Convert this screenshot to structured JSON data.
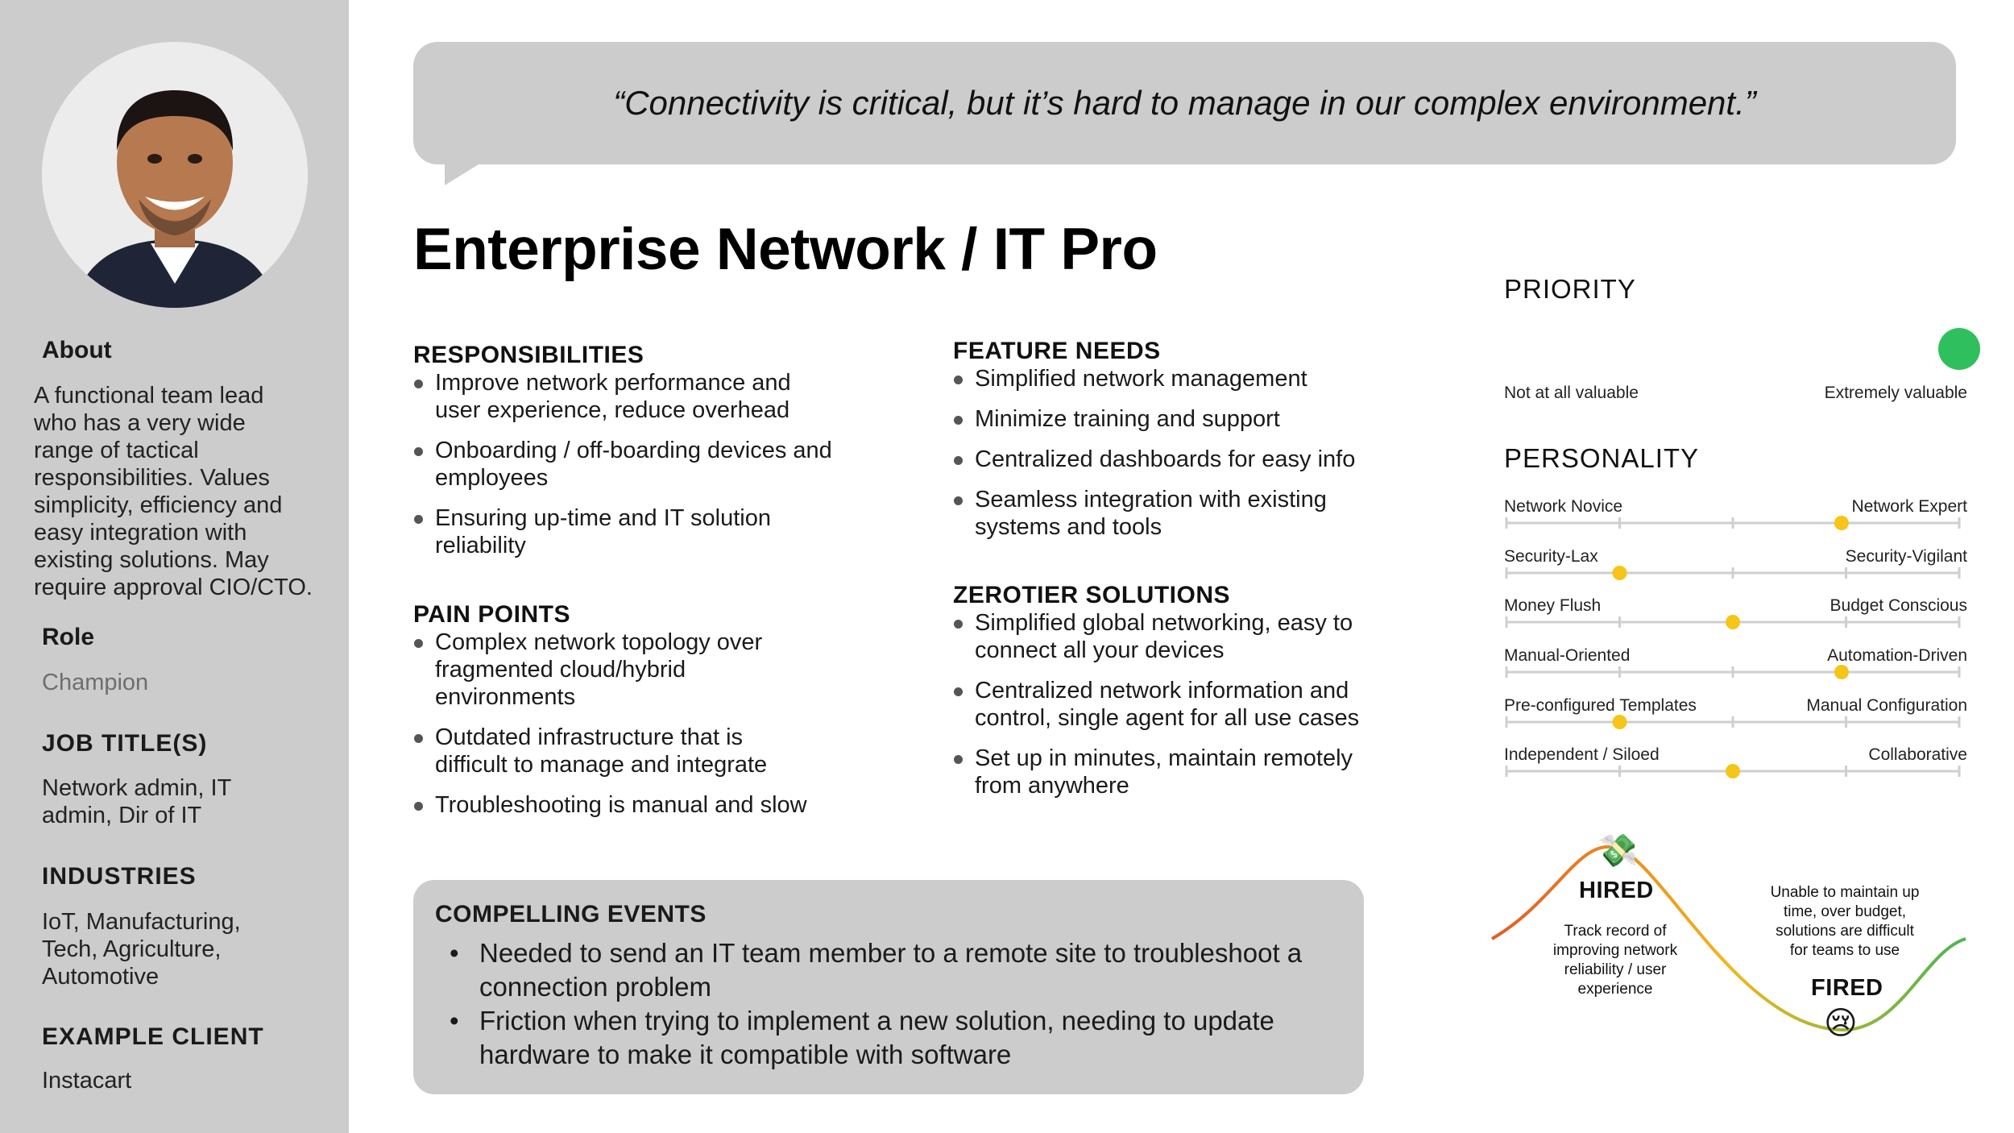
{
  "quote": "“Connectivity is critical, but it’s hard to manage in our complex environment.”",
  "title": "Enterprise Network / IT Pro",
  "sidebar": {
    "about_label": "About",
    "about_lines": [
      "A functional team lead",
      "who has a very wide",
      "range of tactical",
      "responsibilities. Values",
      "simplicity, efficiency and",
      "easy integration with",
      "existing solutions. May",
      "require approval CIO/CTO."
    ],
    "role_label": "Role",
    "role_value": "Champion",
    "job_label": "JOB TITLE(S)",
    "job_lines": [
      "Network admin, IT",
      "admin, Dir of IT"
    ],
    "industries_label": "INDUSTRIES",
    "industries_lines": [
      "IoT, Manufacturing,",
      "Tech, Agriculture,",
      "Automotive"
    ],
    "client_label": "EXAMPLE CLIENT",
    "client_value": "Instacart"
  },
  "responsibilities": {
    "heading": "RESPONSIBILITIES",
    "items": [
      [
        "Improve network performance and",
        "user experience, reduce overhead"
      ],
      [
        "Onboarding / off-boarding devices and",
        "employees"
      ],
      [
        "Ensuring up-time and IT solution",
        "reliability"
      ]
    ]
  },
  "pain_points": {
    "heading": "PAIN POINTS",
    "items": [
      [
        "Complex network topology over",
        "fragmented cloud/hybrid",
        "environments"
      ],
      [
        "Outdated infrastructure that is",
        "difficult to manage and integrate"
      ],
      [
        "Troubleshooting is manual and slow"
      ]
    ]
  },
  "feature_needs": {
    "heading": "FEATURE NEEDS",
    "items": [
      [
        "Simplified network management"
      ],
      [
        "Minimize training and support"
      ],
      [
        "Centralized dashboards for easy info"
      ],
      [
        "Seamless integration with existing",
        "systems and tools"
      ]
    ]
  },
  "zerotier_solutions": {
    "heading": "ZEROTIER SOLUTIONS",
    "items": [
      [
        "Simplified global networking, easy to",
        "connect all your devices"
      ],
      [
        "Centralized network information and",
        "control, single agent for all use cases"
      ],
      [
        "Set up in minutes, maintain remotely",
        "from anywhere"
      ]
    ]
  },
  "compelling_events": {
    "heading": "COMPELLING EVENTS",
    "items": [
      [
        "Needed to send an IT team member to a remote site to troubleshoot a",
        "connection problem"
      ],
      [
        "Friction when trying to implement a new solution, needing to update",
        "hardware to make it compatible with software"
      ]
    ]
  },
  "priority": {
    "heading": "PRIORITY",
    "left_label": "Not at all valuable",
    "right_label": "Extremely valuable",
    "value": 1.0
  },
  "personality": {
    "heading": "PERSONALITY",
    "traits": [
      {
        "left": "Network Novice",
        "right": "Network Expert",
        "value": 0.74
      },
      {
        "left": "Security-Lax",
        "right": "Security-Vigilant",
        "value": 0.25
      },
      {
        "left": "Money Flush",
        "right": "Budget Conscious",
        "value": 0.5
      },
      {
        "left": "Manual-Oriented",
        "right": "Automation-Driven",
        "value": 0.74
      },
      {
        "left": "Pre-configured Templates",
        "right": "Manual Configuration",
        "value": 0.25
      },
      {
        "left": "Independent / Siloed",
        "right": "Collaborative",
        "value": 0.5
      }
    ]
  },
  "hired_fired": {
    "hired_label": "HIRED",
    "hired_text": [
      "Track record of",
      "improving network",
      "reliability / user",
      "experience"
    ],
    "hired_icon": "money-with-wings-icon",
    "fired_label": "FIRED",
    "fired_text": [
      "Unable to maintain up",
      "time, over budget,",
      "solutions are difficult",
      "for teams to use"
    ],
    "fired_icon": "crying-face-icon"
  },
  "colors": {
    "panel_gray": "#cccccc",
    "accent_green": "#2fbf5f",
    "marker_yellow": "#f5c518",
    "curve_orange": "#e8762b",
    "curve_green": "#4caf50"
  }
}
